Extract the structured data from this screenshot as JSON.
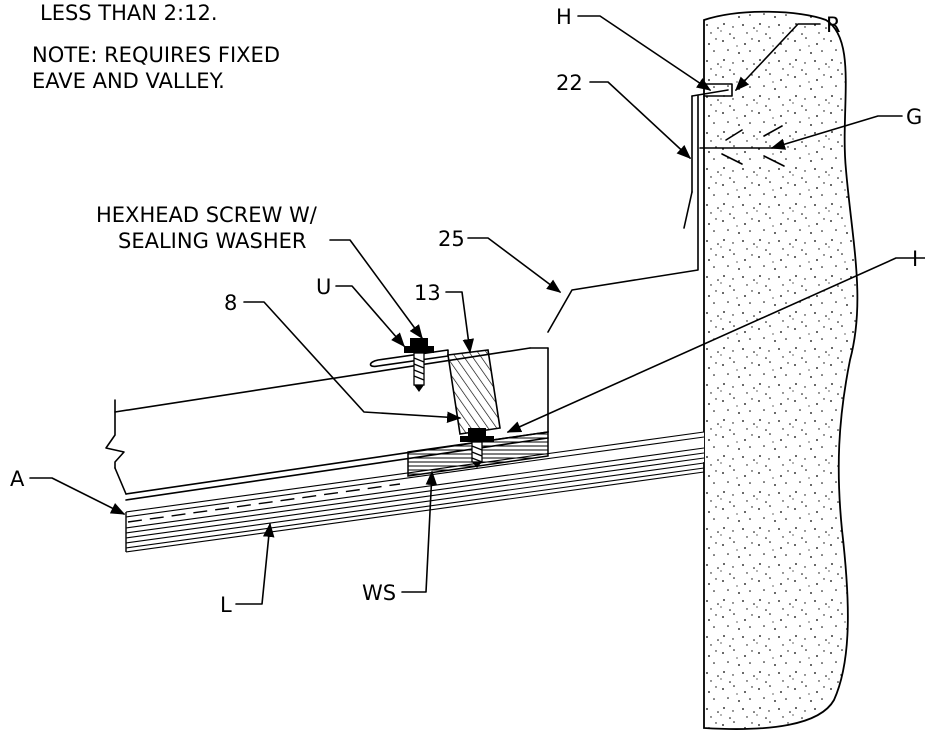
{
  "notes": {
    "line1": "LESS THAN 2:12.",
    "line2": "NOTE: REQUIRES FIXED",
    "line3": "EAVE AND VALLEY."
  },
  "callouts": {
    "H": "H",
    "R": "R",
    "G": "G",
    "22": "22",
    "I": "I",
    "screw1": "HEXHEAD SCREW W/",
    "screw2": "SEALING WASHER",
    "25": "25",
    "U": "U",
    "13": "13",
    "8": "8",
    "A": "A",
    "L": "L",
    "WS": "WS"
  }
}
